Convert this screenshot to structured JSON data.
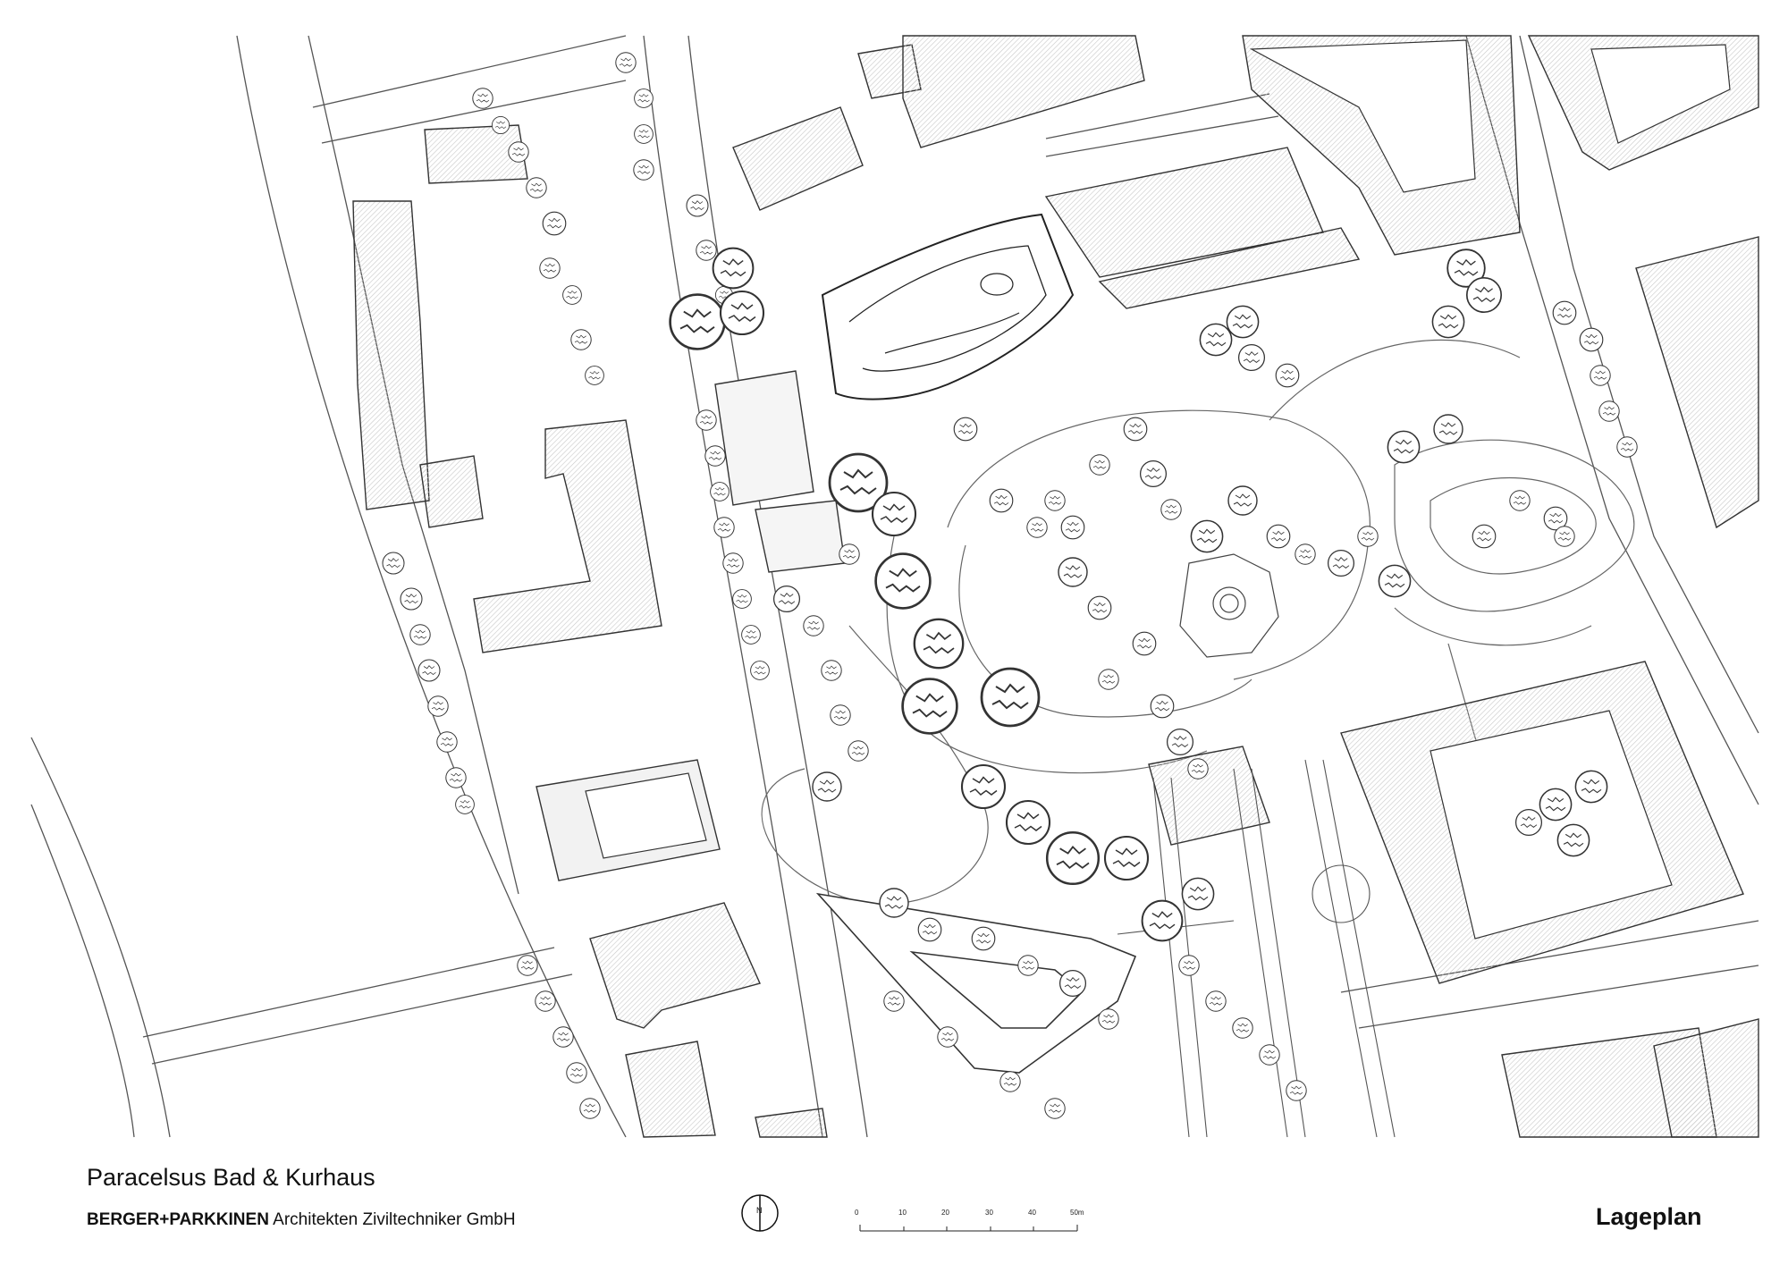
{
  "title": "Paracelsus Bad & Kurhaus",
  "office": {
    "name_bold": "BERGER+PARKKINEN",
    "name_rest": "Architekten Ziviltechniker GmbH"
  },
  "plan_label": "Lageplan",
  "north_arrow": {
    "icon": "north-arrow-icon",
    "letter": "N"
  },
  "scale_bar": {
    "ticks": [
      "0",
      "10",
      "20",
      "30",
      "40",
      "50m"
    ]
  },
  "colors": {
    "line": "#3a3a3a",
    "roof_fill": "#eeeeee",
    "hatch": "#bdbdbd",
    "paper": "#ffffff"
  }
}
